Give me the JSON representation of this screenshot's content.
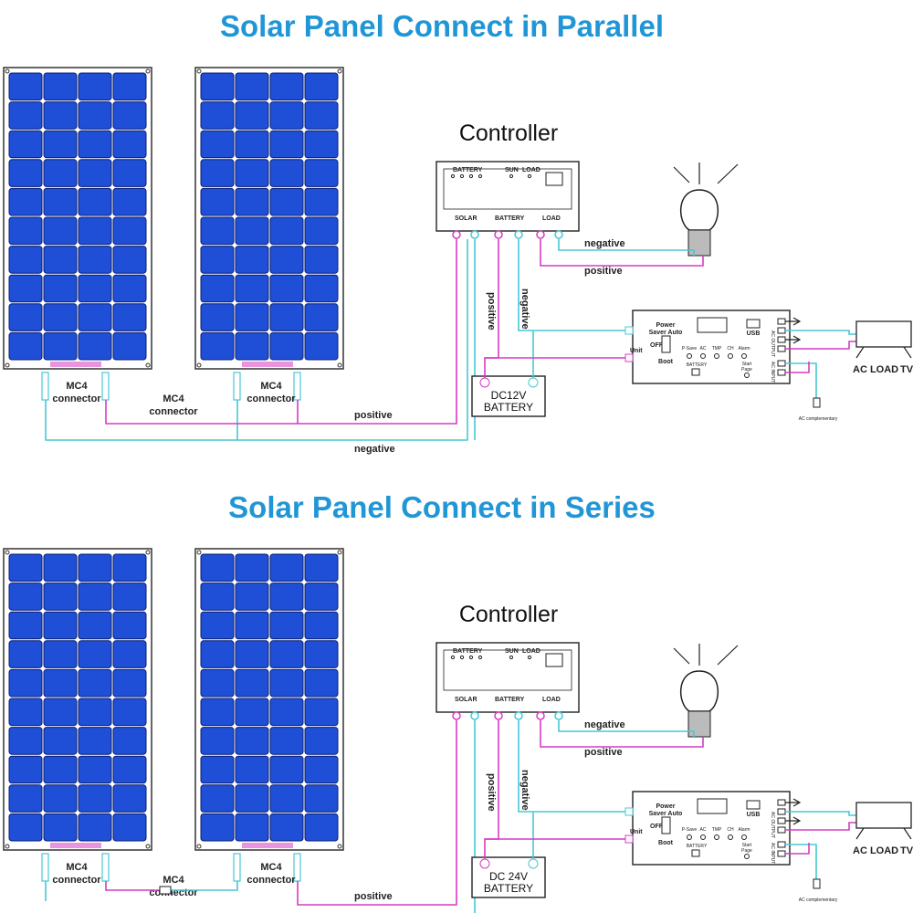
{
  "colors": {
    "title": "#2196d6",
    "cell": "#1f4fd6",
    "positive_wire": "#d63cc4",
    "negative_wire": "#46c8d6"
  },
  "sections": [
    {
      "title": "Solar Panel Connect in Parallel",
      "controller_title": "Controller",
      "controller": {
        "battery_label": "BATTERY",
        "sun_label": "SUN",
        "load_label": "LOAD",
        "solar_terminal": "SOLAR",
        "battery_terminal": "BATTERY",
        "load_terminal": "LOAD"
      },
      "mc4_left": [
        "MC4",
        "connector"
      ],
      "mc4_middle": [
        "MC4",
        "connector"
      ],
      "mc4_right": [
        "MC4",
        "connector"
      ],
      "wire_positive": "positive",
      "wire_negative": "negative",
      "bulb_negative": "negative",
      "bulb_positive": "positive",
      "vert_positive": "positive",
      "vert_negative": "negative",
      "battery": [
        "DC12V",
        "BATTERY"
      ],
      "inverter": {
        "power_saver": [
          "Power",
          "Saver Auto"
        ],
        "usb": "USB",
        "unit": "Unit",
        "off": "OFF",
        "boot": "Boot",
        "indicators": [
          "P-Save",
          "AC",
          "TMP",
          "CH",
          "Alarm"
        ],
        "battery_small": "BATTERY",
        "start_page": [
          "Start",
          "Page"
        ],
        "ac_output": "AC OUTPUT",
        "ac_input": "AC INPUT"
      },
      "ac_load": "AC LOAD",
      "tv": "TV",
      "ac_complementary": "AC complementary"
    },
    {
      "title": "Solar Panel Connect in Series",
      "controller_title": "Controller",
      "controller": {
        "battery_label": "BATTERY",
        "sun_label": "SUN",
        "load_label": "LOAD",
        "solar_terminal": "SOLAR",
        "battery_terminal": "BATTERY",
        "load_terminal": "LOAD"
      },
      "mc4_left": [
        "MC4",
        "connector"
      ],
      "mc4_middle": [
        "MC4",
        "connector"
      ],
      "mc4_right": [
        "MC4",
        "connector"
      ],
      "wire_positive": "positive",
      "wire_negative": "",
      "bulb_negative": "negative",
      "bulb_positive": "positive",
      "vert_positive": "positive",
      "vert_negative": "negative",
      "battery": [
        "DC 24V",
        "BATTERY"
      ],
      "inverter": {
        "power_saver": [
          "Power",
          "Saver Auto"
        ],
        "usb": "USB",
        "unit": "Unit",
        "off": "OFF",
        "boot": "Boot",
        "indicators": [
          "P-Save",
          "AC",
          "TMP",
          "CH",
          "Alarm"
        ],
        "battery_small": "BATTERY",
        "start_page": [
          "Start",
          "Page"
        ],
        "ac_output": "AC OUTPUT",
        "ac_input": "AC INPUT"
      },
      "ac_load": "AC LOAD",
      "tv": "TV",
      "ac_complementary": "AC complementary"
    }
  ]
}
